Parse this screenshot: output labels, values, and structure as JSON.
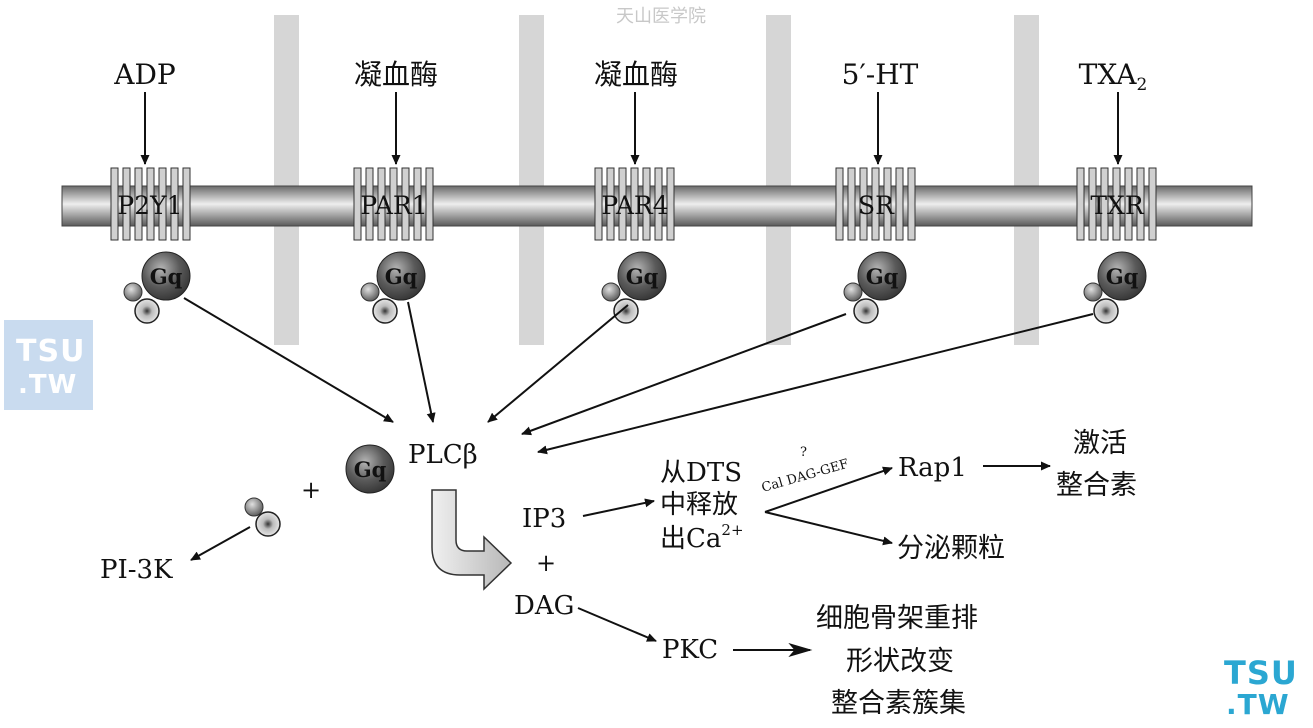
{
  "watermark_top": "天山医学院",
  "watermark_tsu": {
    "line1": "TSU",
    "line2": ".TW"
  },
  "colors": {
    "membrane_dark": "#555555",
    "membrane_light": "#dcdcdc",
    "band": "#d6d6d6",
    "accent_watermark": "#2ba7d2"
  },
  "icons": {
    "g_protein_alpha": "dark-sphere-icon",
    "g_protein_beta": "small-sphere-icon",
    "g_protein_gamma": "ring-sphere-icon"
  },
  "agonists": [
    "ADP",
    "凝血酶",
    "凝血酶",
    "5′-HT",
    "TXA"
  ],
  "agonist_subscript": "2",
  "receptors": [
    "P2Y1",
    "PAR1",
    "PAR4",
    "SR",
    "TXR"
  ],
  "gq_label": "Gq",
  "plc_label": "PLCβ",
  "plus": "+",
  "pi3k": "PI-3K",
  "ip3": "IP3",
  "dag": "DAG",
  "pkc": "PKC",
  "release_lines": [
    "从DTS",
    "中释放",
    "出Ca"
  ],
  "release_superscript": "2+",
  "question_mark": "?",
  "caldag_label": "Cal DAG-GEF",
  "rap1": "Rap1",
  "activate_lines": [
    "激活",
    "整合素"
  ],
  "secrete": "分泌颗粒",
  "pkc_effects": [
    "细胞骨架重排",
    "形状改变",
    "整合素簇集"
  ]
}
